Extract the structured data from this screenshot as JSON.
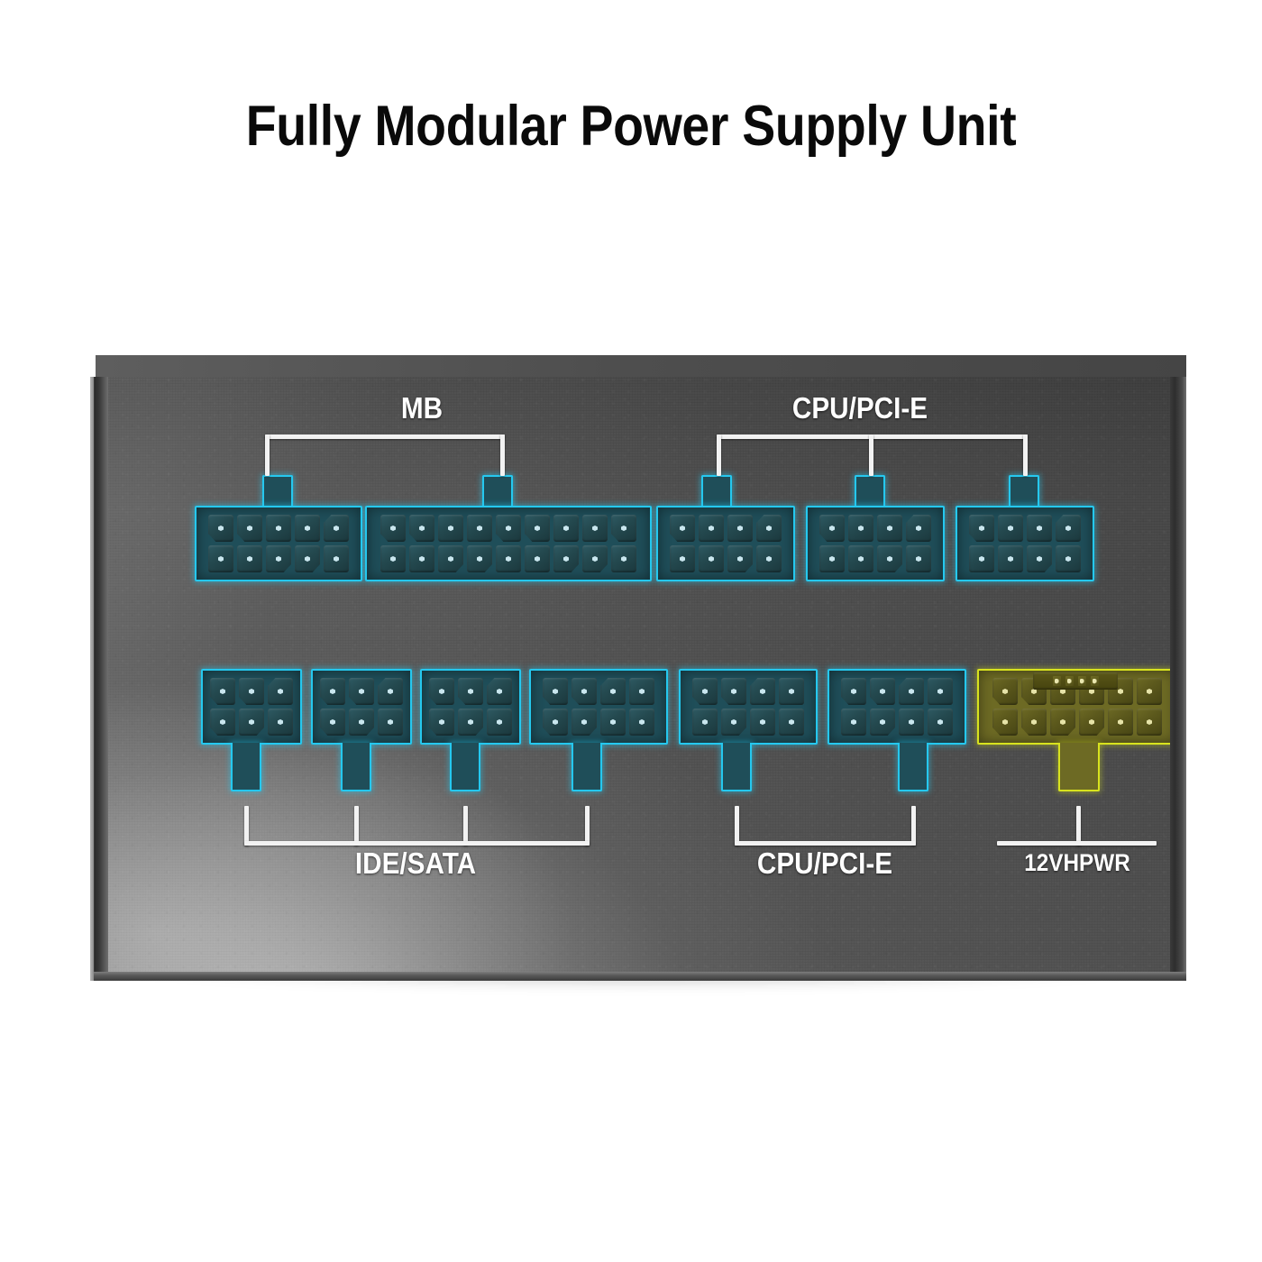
{
  "title": "Fully Modular Power Supply Unit",
  "product": {
    "face_color": "#555555",
    "connector_edge_color": "#25c8ef",
    "connector_fill_color": "#1f4e59",
    "hpwr_edge_color": "#d8e31e",
    "hpwr_fill_color": "#6d6a24",
    "label_color": "#ffffff"
  },
  "groups": [
    {
      "id": "mb",
      "label": "MB",
      "row": "top",
      "bracket": "up",
      "legs": 2
    },
    {
      "id": "cpu-pcie-top",
      "label": "CPU/PCI-E",
      "row": "top",
      "bracket": "up",
      "legs": 3
    },
    {
      "id": "ide-sata",
      "label": "IDE/SATA",
      "row": "bottom",
      "bracket": "down",
      "legs": 4
    },
    {
      "id": "cpu-pcie-bot",
      "label": "CPU/PCI-E",
      "row": "bottom",
      "bracket": "down",
      "legs": 2
    },
    {
      "id": "12vhpwr",
      "label": "12VHPWR",
      "row": "bottom",
      "bracket": "down",
      "legs": 1
    }
  ],
  "connectors": {
    "top": [
      {
        "name": "mb-10pin",
        "group": "mb",
        "cols": 5,
        "rows": 2,
        "pins": 10,
        "tab": "up",
        "color": "teal"
      },
      {
        "name": "mb-18pin",
        "group": "mb",
        "cols": 9,
        "rows": 2,
        "pins": 18,
        "tab": "up",
        "color": "teal"
      },
      {
        "name": "cpu-pcie-8pin-1",
        "group": "cpu-pcie-top",
        "cols": 4,
        "rows": 2,
        "pins": 8,
        "tab": "up",
        "color": "teal"
      },
      {
        "name": "cpu-pcie-8pin-2",
        "group": "cpu-pcie-top",
        "cols": 4,
        "rows": 2,
        "pins": 8,
        "tab": "up",
        "color": "teal"
      },
      {
        "name": "cpu-pcie-8pin-3",
        "group": "cpu-pcie-top",
        "cols": 4,
        "rows": 2,
        "pins": 8,
        "tab": "up",
        "color": "teal"
      }
    ],
    "bottom": [
      {
        "name": "ide-sata-6pin-1",
        "group": "ide-sata",
        "cols": 3,
        "rows": 2,
        "pins": 6,
        "tab": "down",
        "color": "teal"
      },
      {
        "name": "ide-sata-6pin-2",
        "group": "ide-sata",
        "cols": 3,
        "rows": 2,
        "pins": 6,
        "tab": "down",
        "color": "teal"
      },
      {
        "name": "ide-sata-6pin-3",
        "group": "ide-sata",
        "cols": 3,
        "rows": 2,
        "pins": 6,
        "tab": "down",
        "color": "teal"
      },
      {
        "name": "ide-sata-6pin-4",
        "group": "ide-sata",
        "cols": 4,
        "rows": 2,
        "pins": 8,
        "tab": "down",
        "color": "teal"
      },
      {
        "name": "cpu-pcie-8pin-4",
        "group": "cpu-pcie-bot",
        "cols": 4,
        "rows": 2,
        "pins": 8,
        "tab": "down",
        "color": "teal"
      },
      {
        "name": "cpu-pcie-8pin-5",
        "group": "cpu-pcie-bot",
        "cols": 4,
        "rows": 2,
        "pins": 8,
        "tab": "down",
        "color": "teal"
      },
      {
        "name": "12vhpwr-16pin",
        "group": "12vhpwr",
        "cols": 6,
        "rows": 2,
        "pins": 12,
        "sideband_pins": 4,
        "tab": "down",
        "color": "yellow"
      }
    ]
  }
}
